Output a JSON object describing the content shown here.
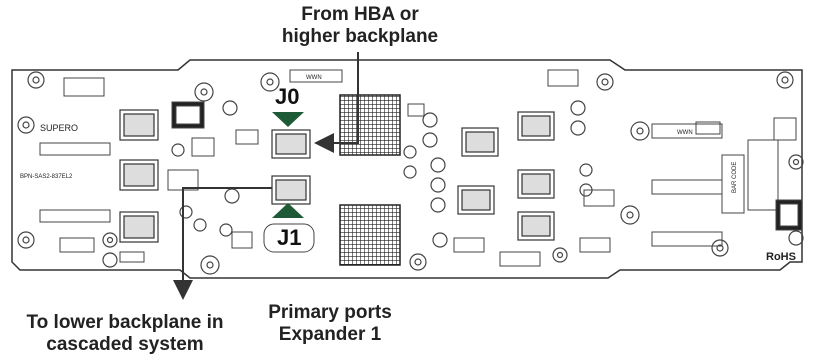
{
  "callouts": {
    "top": [
      "From HBA or",
      "higher backplane"
    ],
    "bottom_left": [
      "To lower backplane in",
      "cascaded system"
    ],
    "bottom_center": [
      "Primary ports",
      "Expander 1"
    ]
  },
  "connectors": {
    "j0": "J0",
    "j1": "J1"
  },
  "silkscreen": {
    "brand": "SUPERO",
    "model": "BPN-SAS2-837EL2",
    "wwn_top": "WWN",
    "wwn_right": "WWN",
    "bar_code": "BAR CODE",
    "rohs": "RoHS"
  },
  "colors": {
    "pointer_green": "#1f5a36",
    "board_line": "#333333",
    "arrow": "#333333"
  }
}
